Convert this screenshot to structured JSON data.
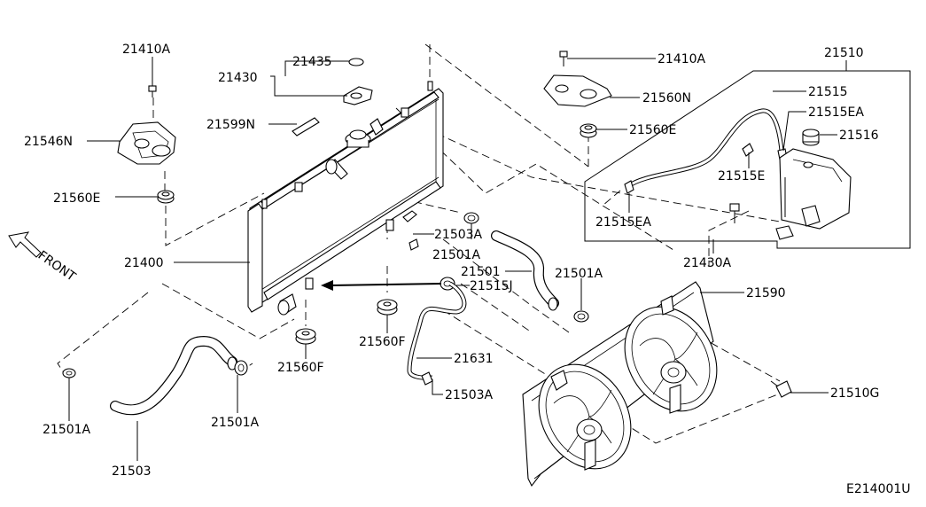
{
  "diagram_code": "E214001U",
  "direction_label": "FRONT",
  "parts": [
    {
      "id": "p21410a-left",
      "label": "21410A"
    },
    {
      "id": "p21546n",
      "label": "21546N"
    },
    {
      "id": "p21560e-left",
      "label": "21560E"
    },
    {
      "id": "p21435",
      "label": "21435"
    },
    {
      "id": "p21430",
      "label": "21430"
    },
    {
      "id": "p21599n",
      "label": "21599N"
    },
    {
      "id": "p21400",
      "label": "21400"
    },
    {
      "id": "p21503a-top",
      "label": "21503A"
    },
    {
      "id": "p21501a-mid",
      "label": "21501A"
    },
    {
      "id": "p21501",
      "label": "21501"
    },
    {
      "id": "p21515j",
      "label": "21515J"
    },
    {
      "id": "p21501a-right",
      "label": "21501A"
    },
    {
      "id": "p21560f-center",
      "label": "21560F"
    },
    {
      "id": "p21560f-left",
      "label": "21560F"
    },
    {
      "id": "p21631",
      "label": "21631"
    },
    {
      "id": "p21503a-bottom",
      "label": "21503A"
    },
    {
      "id": "p21501a-lowleft",
      "label": "21501A"
    },
    {
      "id": "p21501a-lowmid",
      "label": "21501A"
    },
    {
      "id": "p21503",
      "label": "21503"
    },
    {
      "id": "p21410a-right",
      "label": "21410A"
    },
    {
      "id": "p21560n",
      "label": "21560N"
    },
    {
      "id": "p21560e-right",
      "label": "21560E"
    },
    {
      "id": "p21510",
      "label": "21510"
    },
    {
      "id": "p21515",
      "label": "21515"
    },
    {
      "id": "p21515ea-top",
      "label": "21515EA"
    },
    {
      "id": "p21516",
      "label": "21516"
    },
    {
      "id": "p21515e",
      "label": "21515E"
    },
    {
      "id": "p21515ea-bottom",
      "label": "21515EA"
    },
    {
      "id": "p21430a",
      "label": "21430A"
    },
    {
      "id": "p21590",
      "label": "21590"
    },
    {
      "id": "p21510g",
      "label": "21510G"
    }
  ]
}
